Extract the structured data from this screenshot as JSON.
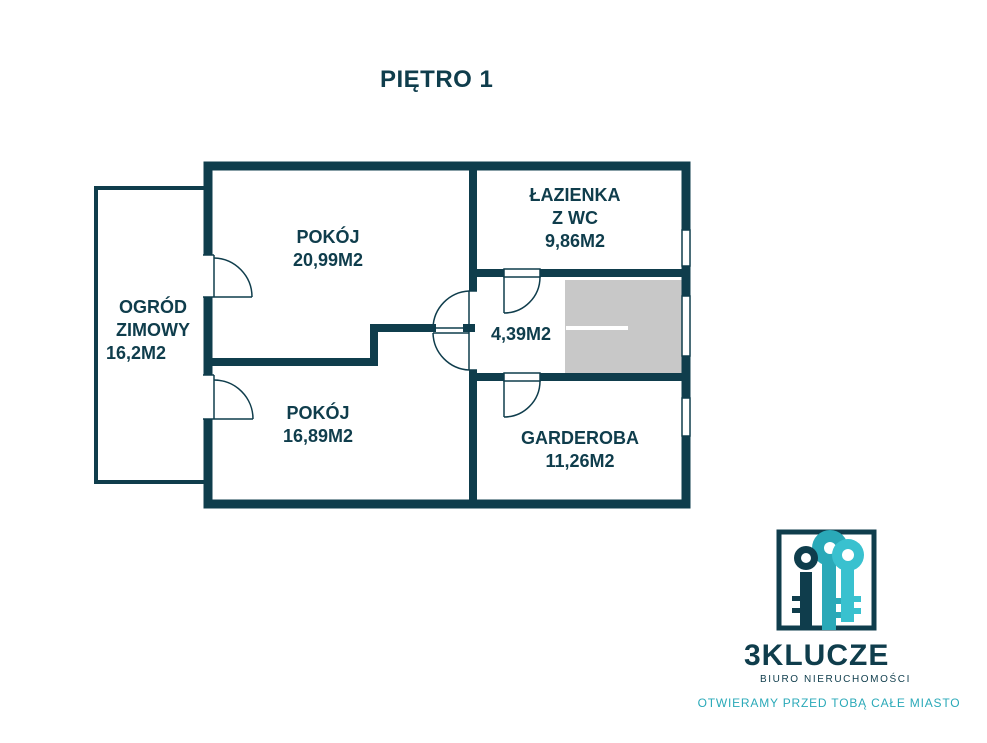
{
  "floor_title": "PIĘTRO 1",
  "rooms": {
    "ogrod": {
      "line1": "OGRÓD",
      "line2": "ZIMOWY",
      "area": "16,2M2"
    },
    "pokoj_top": {
      "name": "POKÓJ",
      "area": "20,99M2"
    },
    "pokoj_bottom": {
      "name": "POKÓJ",
      "area": "16,89M2"
    },
    "lazienka": {
      "line1": "ŁAZIENKA",
      "line2": "Z WC",
      "area": "9,86M2"
    },
    "hall": {
      "area": "4,39M2"
    },
    "garderoba": {
      "name": "GARDEROBA",
      "area": "11,26M2"
    }
  },
  "logo": {
    "name": "3KLUCZE",
    "subtitle": "BIURO NIERUCHOMOŚCI",
    "slogan": "OTWIERAMY PRZED TOBĄ CAŁE MIASTO"
  },
  "colors": {
    "wall": "#0f3d4c",
    "stair_fill": "#c8c8c8",
    "accent": "#2aa9b8"
  }
}
